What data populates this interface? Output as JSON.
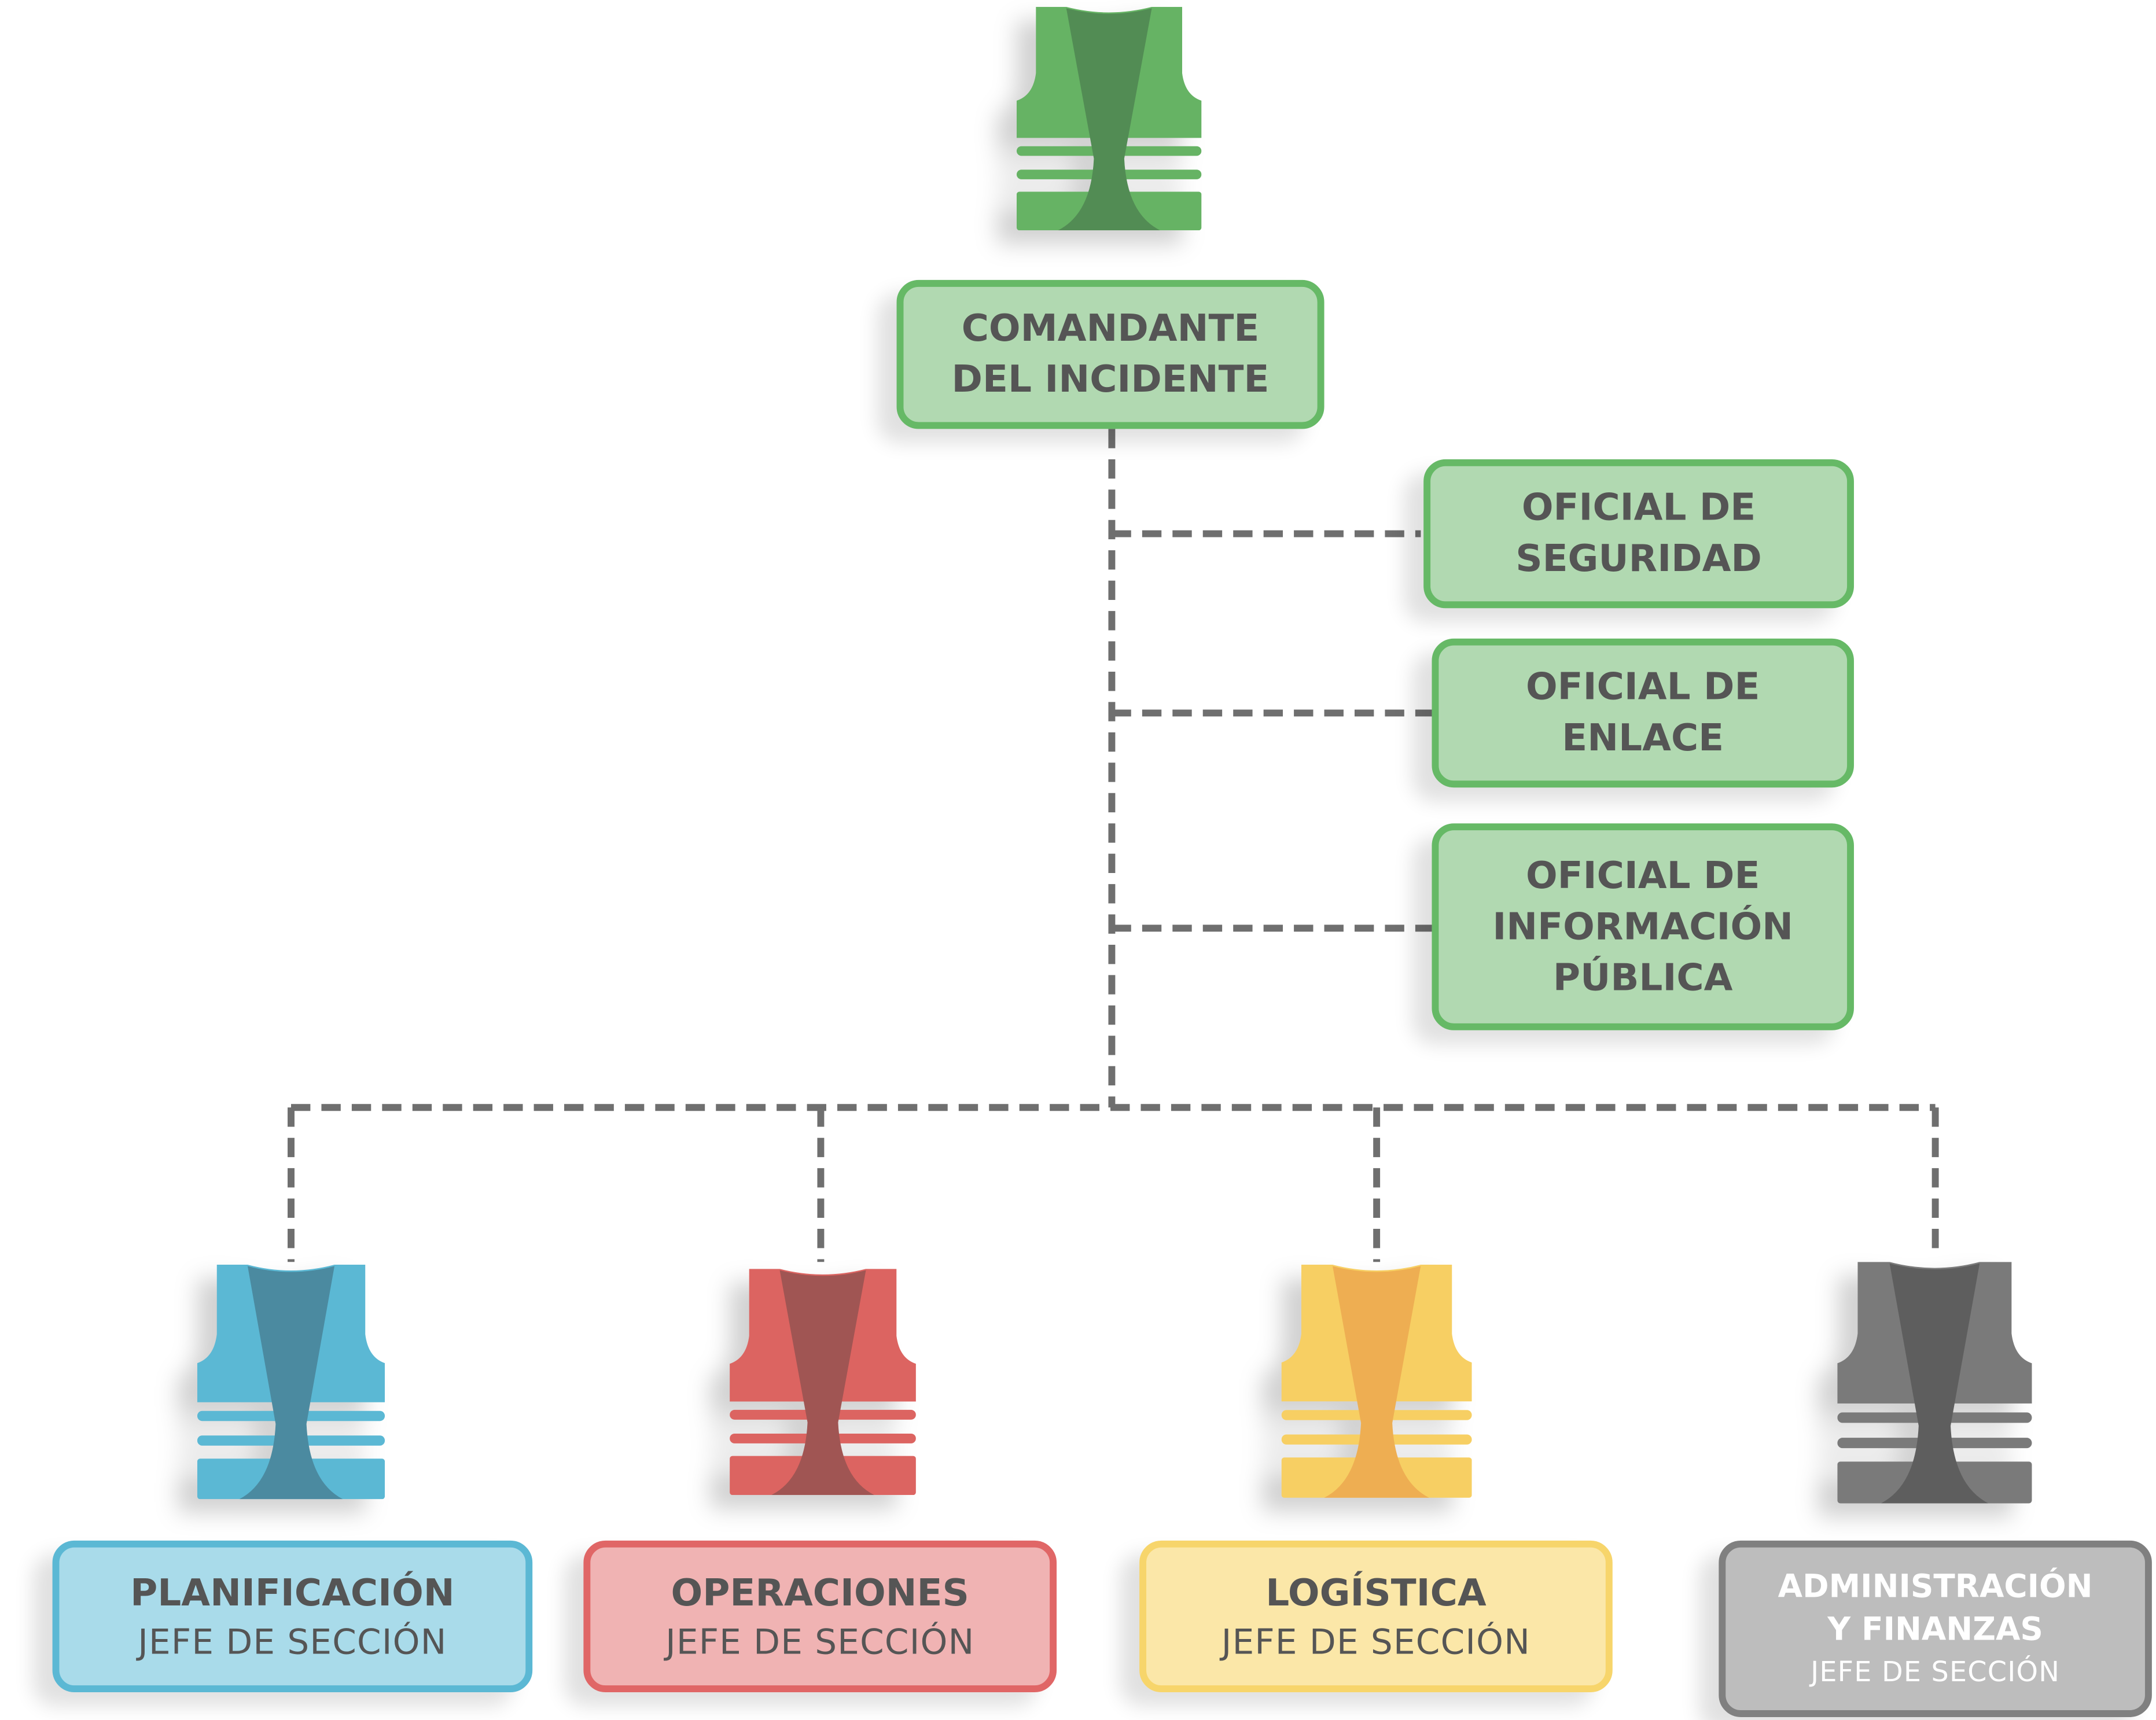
{
  "commander": {
    "title": [
      "COMANDANTE",
      "DEL INCIDENTE"
    ],
    "color": "#66b966"
  },
  "staff": [
    {
      "title": [
        "OFICIAL DE",
        "SEGURIDAD"
      ]
    },
    {
      "title": [
        "OFICIAL DE",
        "ENLACE"
      ]
    },
    {
      "title": [
        "OFICIAL DE",
        "INFORMACIÓN",
        "PÚBLICA"
      ]
    }
  ],
  "sections": [
    {
      "title": "PLANIFICACIÓN",
      "subtitle": "JEFE DE SECCIÓN",
      "color": "#5bb8d4"
    },
    {
      "title": "OPERACIONES",
      "subtitle": "JEFE DE SECCIÓN",
      "color": "#e06666"
    },
    {
      "title": "LOGÍSTICA",
      "subtitle": "JEFE DE SECCIÓN",
      "color": "#f7c857"
    },
    {
      "title": "ADMINISTRACIÓN",
      "title2": "Y FINANZAS",
      "subtitle": "JEFE DE SECCIÓN",
      "color": "#707070"
    }
  ],
  "connector_color": "#6f6f6f"
}
